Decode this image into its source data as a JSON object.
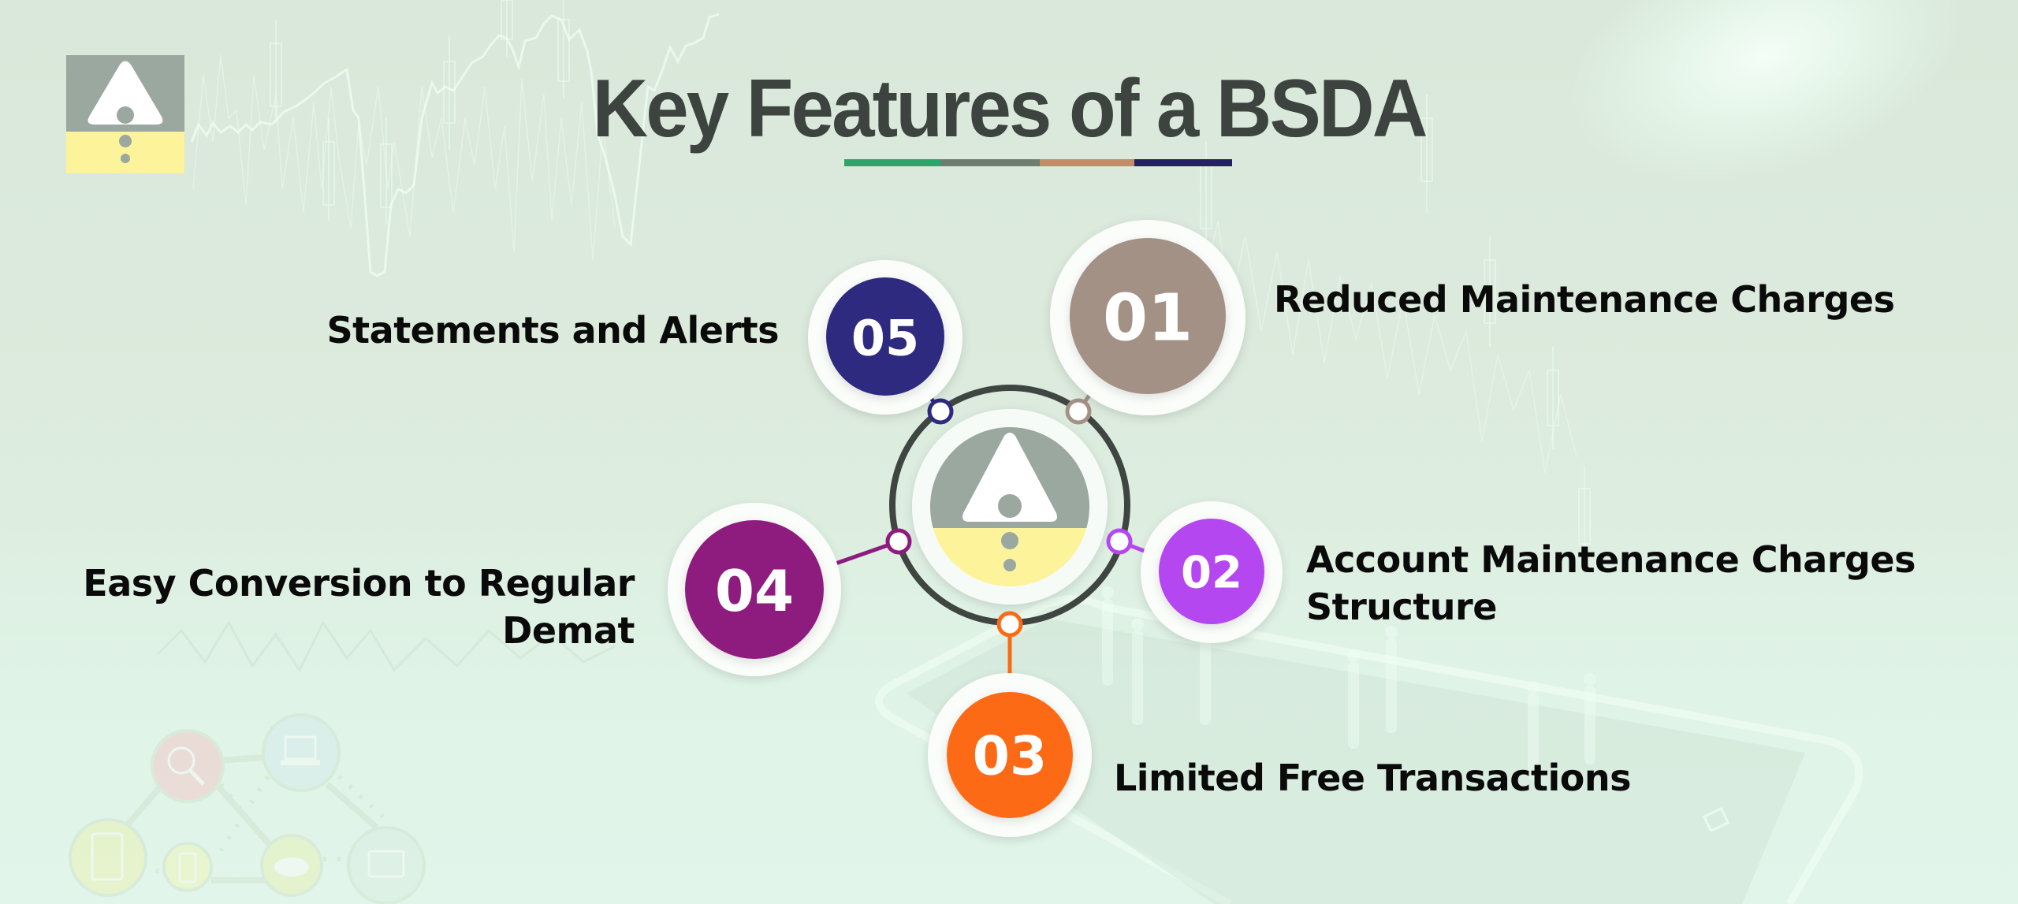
{
  "slide": {
    "title": "Key Features of a BSDA",
    "underline_colors": [
      "#2ea36a",
      "#6e7d70",
      "#c08f68",
      "#25205e"
    ]
  },
  "logo": {
    "icon": "warning-triangle-logo-icon",
    "top_color": "#9aa89f",
    "bottom_color": "#fcf39b",
    "triangle_color": "#ffffff"
  },
  "center_hub": {
    "icon": "warning-triangle-logo-icon",
    "ring_color": "#3f4641"
  },
  "features": [
    {
      "number": "01",
      "label": "Reduced Maintenance Charges",
      "color": "#a39185"
    },
    {
      "number": "02",
      "label_lines": [
        "Account Maintenance Charges",
        "Structure"
      ],
      "color": "#b447f0"
    },
    {
      "number": "03",
      "label": "Limited Free Transactions",
      "color": "#fd6a16"
    },
    {
      "number": "04",
      "label_lines": [
        "Easy Conversion to Regular",
        "Demat"
      ],
      "color": "#8e1b7e"
    },
    {
      "number": "05",
      "label": "Statements and Alerts",
      "color": "#2e2a80"
    }
  ],
  "background": {
    "decor": [
      "stock-chart-lines",
      "candlestick-chart",
      "network-icons-cluster",
      "smartphone-illustration"
    ]
  }
}
